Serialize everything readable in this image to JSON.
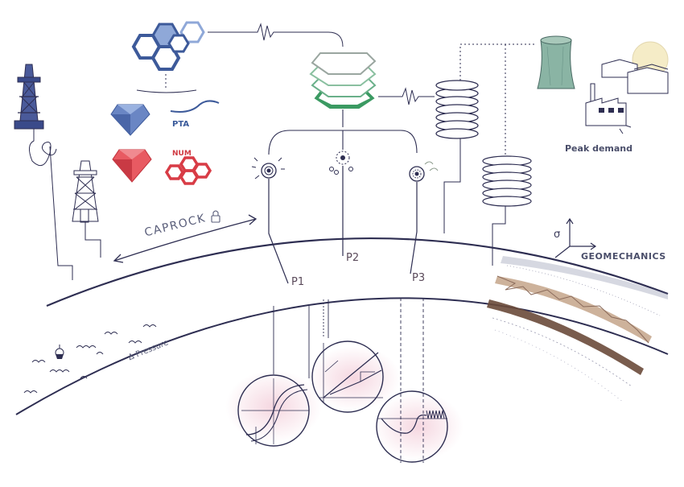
{
  "labels": {
    "caprock": "CAPROCK",
    "well_p1": "P1",
    "well_p2": "P2",
    "well_p3": "P3",
    "geomechanics": "GEOMECHANICS",
    "sigma": "σ",
    "peak_demand": "Peak demand",
    "pressure": "Δ Pressure",
    "pta": "PTA",
    "num": "NUM"
  },
  "colors": {
    "ink": "#2e2e52",
    "line": "#555a78",
    "blue": "#3d5a9a",
    "blue_light": "#8fa8d8",
    "green": "#3b9a62",
    "red": "#d83c46",
    "pink": "#f3d3dc",
    "brown": "#6a4a3a",
    "tan": "#c4a48a"
  },
  "icons": [
    "oil-rig-icon",
    "hexagon-cluster-icon",
    "diamond-icon",
    "ruby-icon",
    "stacked-hexagon-icon",
    "coil-tank-icon",
    "cooling-tower-icon",
    "factory-icon",
    "padlock-icon",
    "wave-icon",
    "buoy-icon"
  ]
}
